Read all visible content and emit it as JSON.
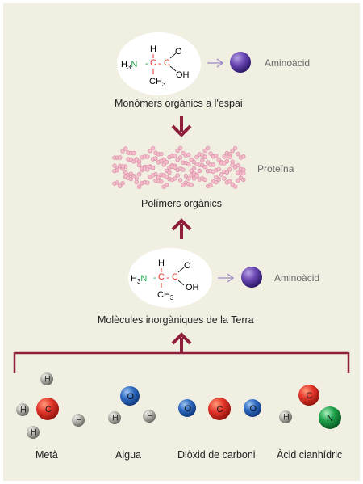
{
  "top_section": {
    "caption": "Monòmers orgànics a l'espai",
    "product_label": "Aminoàcid",
    "formula": {
      "amine": "H3N",
      "carbon": "C",
      "hydrogen": "H",
      "methyl": "CH3",
      "oxygen": "O",
      "hydroxyl": "OH"
    }
  },
  "middle_section": {
    "caption": "Polímers orgànics",
    "product_label": "Proteïna"
  },
  "lower_section": {
    "caption": "Molècules inorgàniques de la Terra",
    "product_label": "Aminoàcid",
    "formula": {
      "amine": "H3N",
      "carbon": "C",
      "hydrogen": "H",
      "methyl": "CH3",
      "oxygen": "O",
      "hydroxyl": "OH"
    }
  },
  "molecules": [
    {
      "name": "Metà",
      "atoms": [
        "H",
        "H",
        "C",
        "H",
        "H"
      ]
    },
    {
      "name": "Aigua",
      "atoms": [
        "O",
        "H",
        "H"
      ]
    },
    {
      "name": "Diòxid de carboni",
      "atoms": [
        "O",
        "C",
        "O"
      ]
    },
    {
      "name": "Àcid cianhídric",
      "atoms": [
        "C",
        "H",
        "N"
      ]
    }
  ],
  "colors": {
    "arrow": "#8e1f3a",
    "carbon_red": "#e2352a",
    "hydrogen_gray": "#a9a8a2",
    "oxygen_blue": "#2f6bc0",
    "nitrogen_green": "#1ea24a",
    "aminoacid_purple": "#5b3aa0",
    "protein_pink": "#e9a0b5"
  }
}
